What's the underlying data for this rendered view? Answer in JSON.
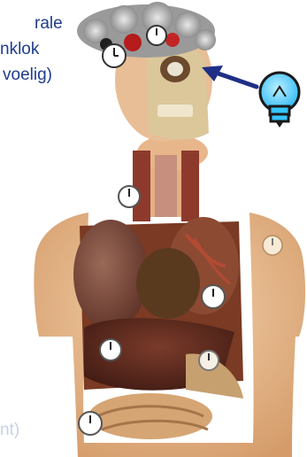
{
  "caption": {
    "line1": "rale",
    "line2": "nklok",
    "line3": "voelig)"
  },
  "faded_caption": "nt)",
  "icons": {
    "lightbulb": "lightbulb-icon",
    "arrow": "arrow-icon",
    "clock": "clock-icon"
  },
  "colors": {
    "text": "#1f3b8c",
    "arrow": "#1f2f86",
    "bulb": "#35c6ff",
    "skin": "#e6b98d",
    "organ_dark": "#6a2a1c"
  }
}
